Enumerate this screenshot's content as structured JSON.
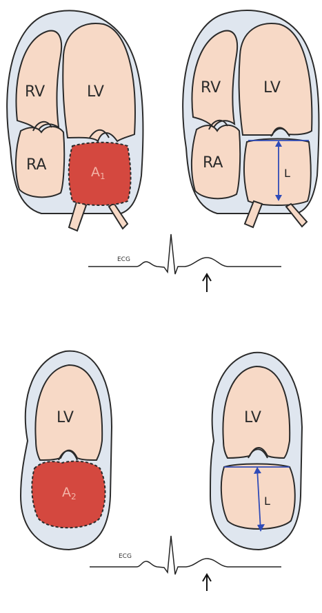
{
  "labels": {
    "rv": "RV",
    "lv": "LV",
    "ra": "RA",
    "a1": "A",
    "a1_sub": "1",
    "a2": "A",
    "a2_sub": "2",
    "l": "L",
    "ecg": "ECG"
  },
  "colors": {
    "pericardium": "#dfe6ef",
    "chamber": "#f7d9c6",
    "contracting_atrium": "#d4483f",
    "measurement_line": "#2f4bb8"
  }
}
